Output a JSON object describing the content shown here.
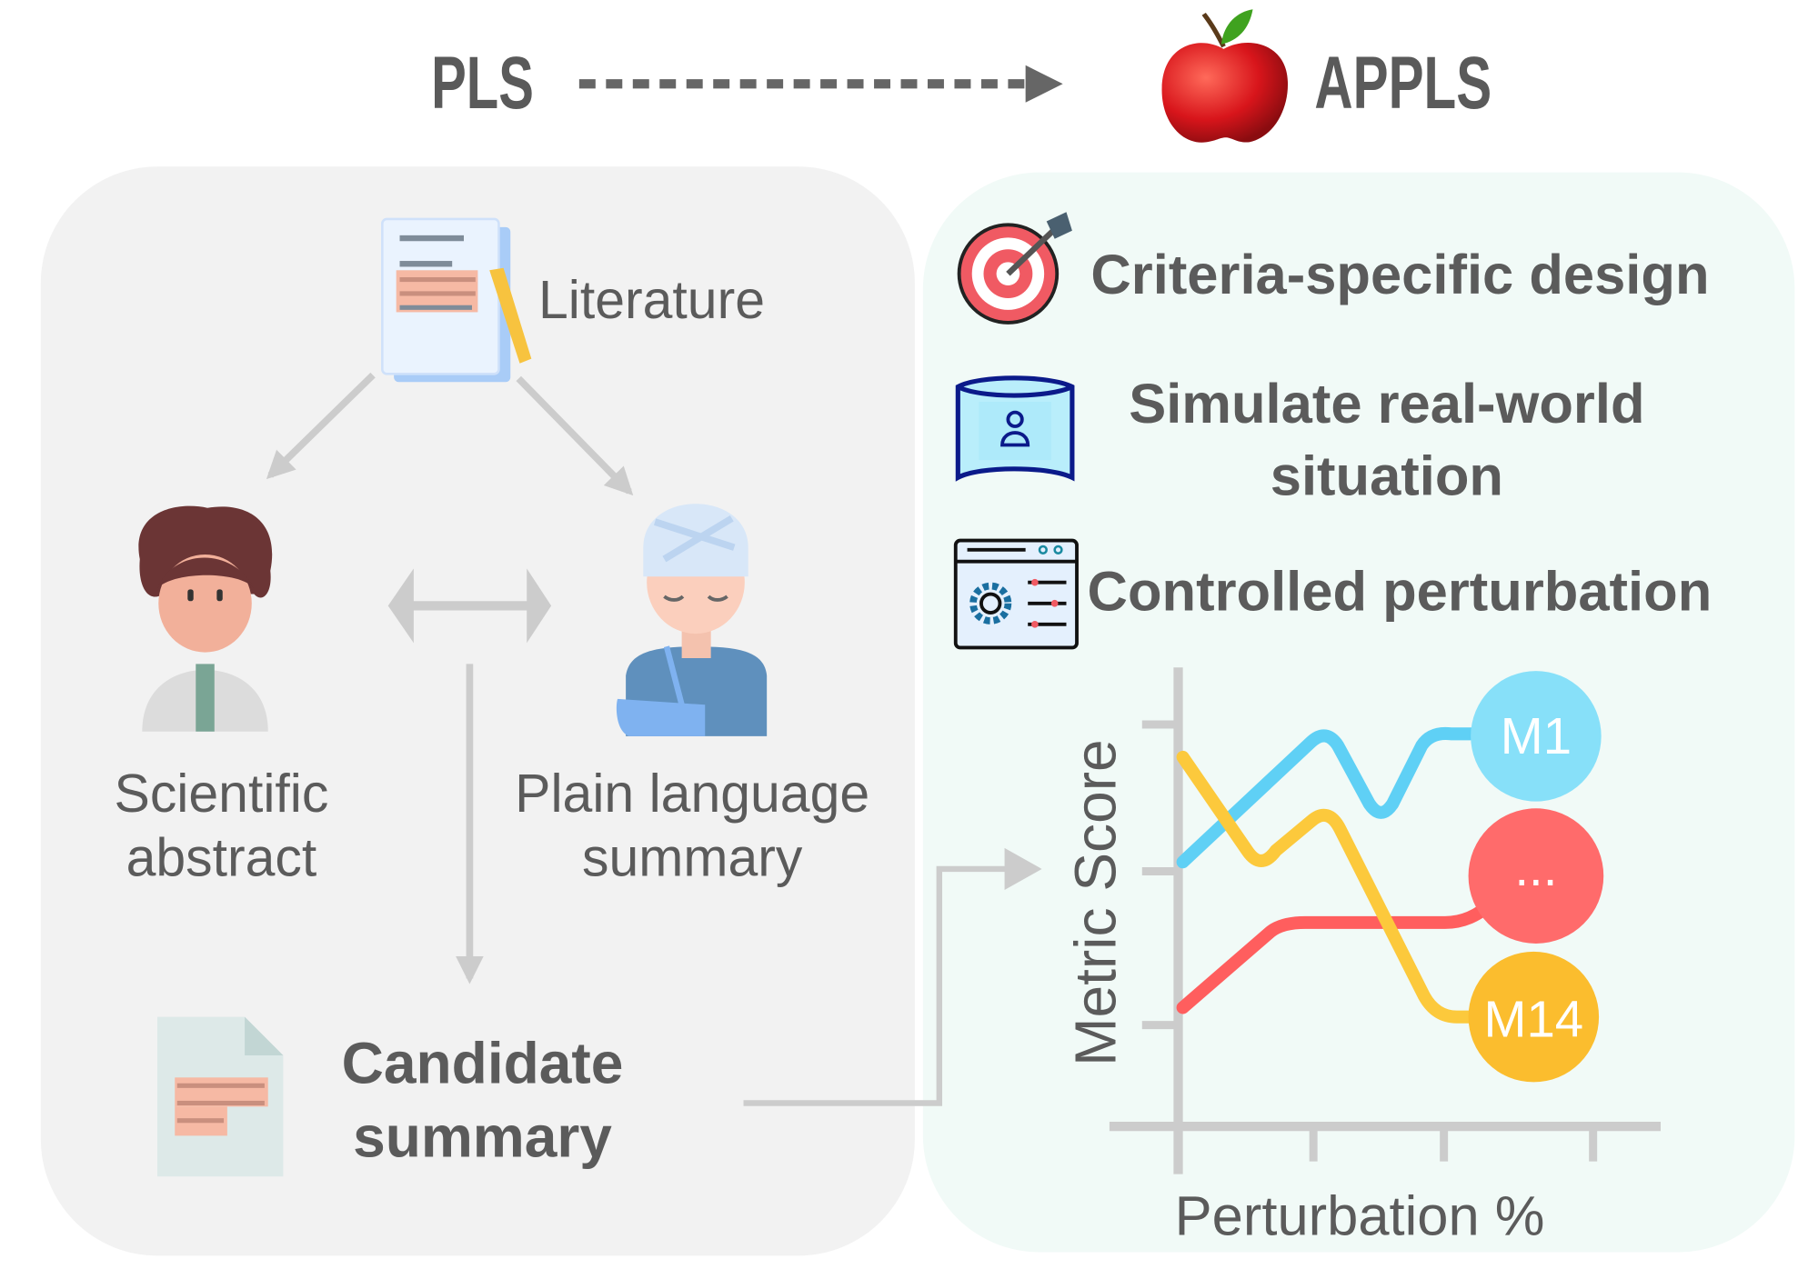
{
  "header": {
    "left_title": "PLS",
    "right_title": "APPLS"
  },
  "pls_panel": {
    "literature": "Literature",
    "scientific_abstract": [
      "Scientific",
      "abstract"
    ],
    "plain_language_summary": [
      "Plain language",
      "summary"
    ],
    "candidate_summary": [
      "Candidate",
      "summary"
    ]
  },
  "appls_panel": {
    "features": [
      {
        "lines": [
          "Criteria-specific design"
        ],
        "icon": "target-icon"
      },
      {
        "lines": [
          "Simulate real-world",
          "situation"
        ],
        "icon": "screen-user-icon"
      },
      {
        "lines": [
          "Controlled perturbation"
        ],
        "icon": "settings-sliders-icon"
      }
    ],
    "plot": {
      "ylabel": "Metric Score",
      "xlabel": "Perturbation %",
      "series_labels": [
        "M1",
        "...",
        "M14"
      ],
      "colors": {
        "m1": "#87e0f9",
        "mid": "#ff6b6b",
        "m14": "#fbbd2e"
      }
    }
  }
}
